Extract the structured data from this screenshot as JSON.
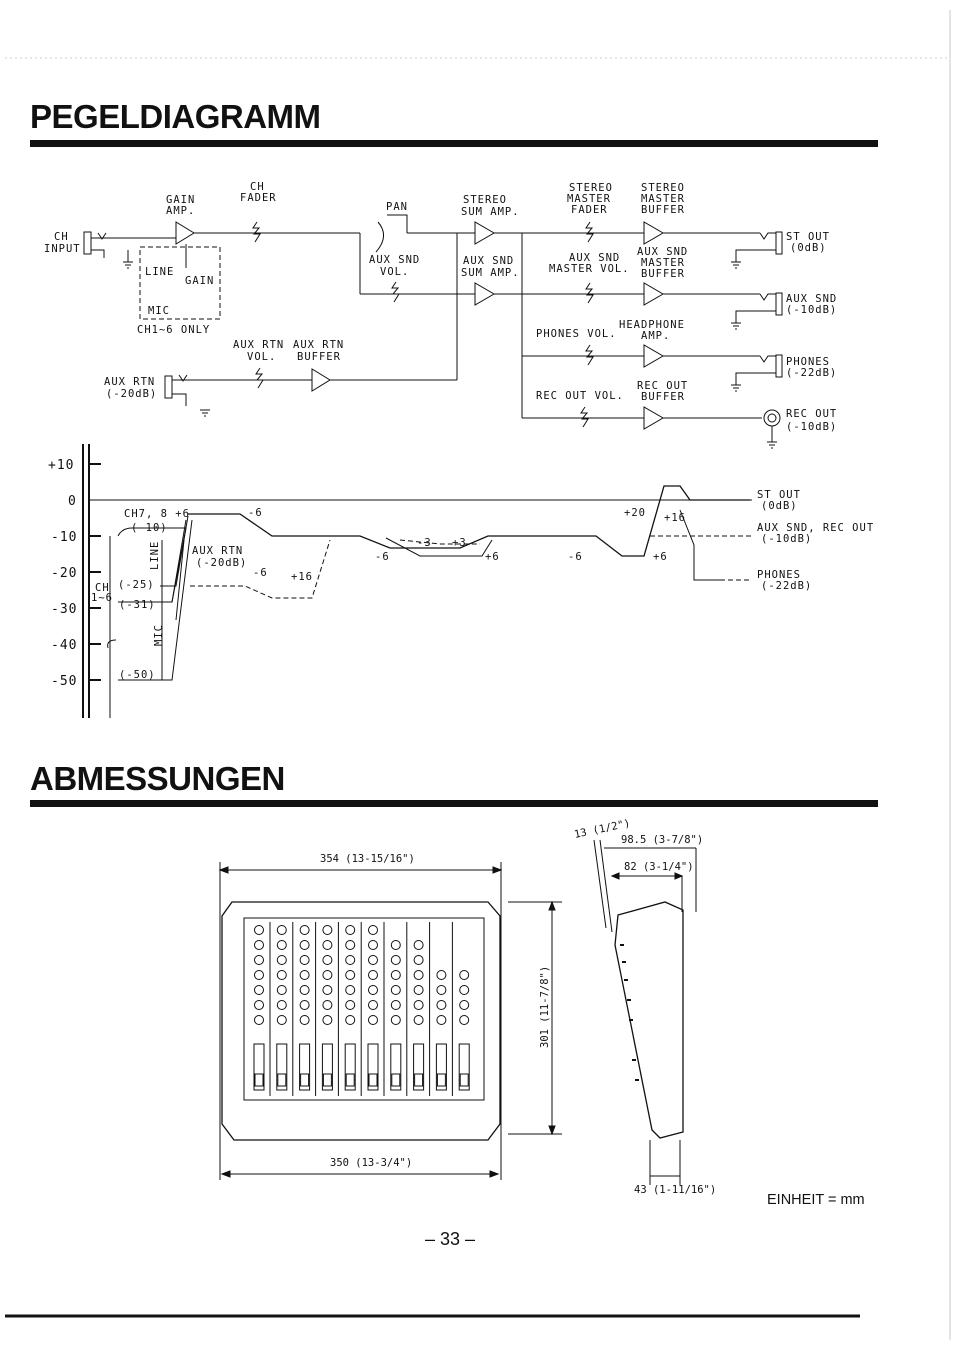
{
  "section1": {
    "title": "PEGELDIAGRAMM",
    "labels": {
      "ch_input": [
        "CH",
        "INPUT"
      ],
      "gain_amp": [
        "GAIN",
        "AMP."
      ],
      "ch_fader": [
        "CH",
        "FADER"
      ],
      "pan": "PAN",
      "line": "LINE",
      "gain": "GAIN",
      "mic": "MIC",
      "ch16_only": "CH1~6 ONLY",
      "aux_snd_vol": [
        "AUX SND",
        "VOL."
      ],
      "stereo_sum_amp": [
        "STEREO",
        "SUM AMP."
      ],
      "aux_snd_sum_amp": [
        "AUX SND",
        "SUM AMP."
      ],
      "stereo_master_fader": [
        "STEREO",
        "MASTER",
        "FADER"
      ],
      "stereo_master_buffer": [
        "STEREO",
        "MASTER",
        "BUFFER"
      ],
      "aux_snd_master_vol": [
        "AUX SND",
        "MASTER VOL."
      ],
      "aux_snd_master_buffer": [
        "AUX SND",
        "MASTER",
        "BUFFER"
      ],
      "phones_vol": "PHONES VOL.",
      "headphone_amp": [
        "HEADPHONE",
        "AMP."
      ],
      "rec_out_vol": "REC OUT VOL.",
      "rec_out_buffer": [
        "REC OUT",
        "BUFFER"
      ],
      "aux_rtn_vol": [
        "AUX RTN",
        "VOL."
      ],
      "aux_rtn_buffer": [
        "AUX RTN",
        "BUFFER"
      ],
      "aux_rtn_in": [
        "AUX RTN",
        "(-20dB)"
      ],
      "st_out": [
        "ST OUT",
        "(0dB)"
      ],
      "aux_snd_out": [
        "AUX SND",
        "(-10dB)"
      ],
      "phones_out": [
        "PHONES",
        "(-22dB)"
      ],
      "rec_out": [
        "REC OUT",
        "(-10dB)"
      ]
    },
    "level": {
      "ticks": [
        "+10",
        "0",
        "-10",
        "-20",
        "-30",
        "-40",
        "-50"
      ],
      "ch78": "CH7, 8 +6",
      "m10": "(-10)",
      "line": "LINE",
      "mic": "MIC",
      "ch": [
        "CH",
        "1~6"
      ],
      "m25": "(-25)",
      "m31": "(-31)",
      "m50": "(-50)",
      "aux_rtn": [
        "AUX RTN",
        "(-20dB)"
      ],
      "minus6": "-6",
      "minus3": "-3",
      "plus3": "+3",
      "plus6": "+6",
      "plus16": "+16",
      "plus20": "+20",
      "st_out": [
        "ST OUT",
        "(0dB)"
      ],
      "aux_rec": [
        "AUX SND, REC OUT",
        "(-10dB)"
      ],
      "phones": [
        "PHONES",
        "(-22dB)"
      ]
    }
  },
  "section2": {
    "title": "ABMESSUNGEN",
    "dims": {
      "top_width": "354 (13-15/16\")",
      "bottom_width": "350 (13-3/4\")",
      "height": "301 (11-7/8\")",
      "d13": "13 (1/2\")",
      "d985": "98.5 (3-7/8\")",
      "d82": "82 (3-1/4\")",
      "d43": "43 (1-11/16\")"
    },
    "unit": "EINHEIT = mm"
  },
  "page_number": "– 33 –"
}
